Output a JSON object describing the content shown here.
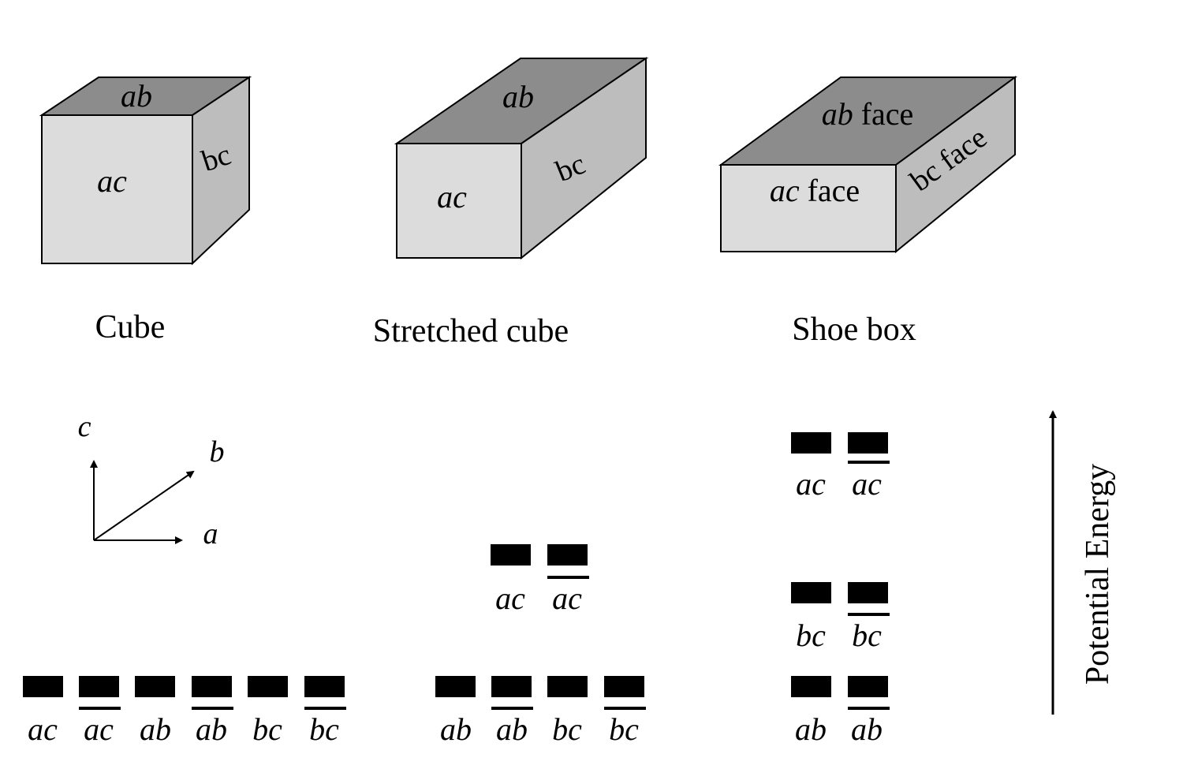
{
  "colors": {
    "top_face": "#8c8c8c",
    "front_face": "#dcdcdc",
    "side_face": "#bdbdbd",
    "stroke": "#000000"
  },
  "shapes": {
    "cube": {
      "name": "Cube",
      "top_label": "ab",
      "front_label": "ac",
      "side_label": "bc"
    },
    "stretched": {
      "name": "Stretched cube",
      "top_label": "ab",
      "front_label": "ac",
      "side_label": "bc"
    },
    "shoebox": {
      "name": "Shoe box",
      "top_label_italic": "ab",
      "top_label_word": " face",
      "front_label_italic": "ac",
      "front_label_word": " face",
      "side_label": "bc face"
    }
  },
  "axes": {
    "a": "a",
    "b": "b",
    "c": "c"
  },
  "energy_levels": {
    "cube": {
      "labels": [
        "ac",
        "ac",
        "ab",
        "ab",
        "bc",
        "bc"
      ]
    },
    "stretched": {
      "upper": [
        "ac",
        "ac"
      ],
      "lower": [
        "ab",
        "ab",
        "bc",
        "bc"
      ]
    },
    "shoebox": {
      "top": [
        "ac",
        "ac"
      ],
      "middle": [
        "bc",
        "bc"
      ],
      "bottom": [
        "ab",
        "ab"
      ]
    }
  },
  "energy_axis_label": "Potential Energy"
}
